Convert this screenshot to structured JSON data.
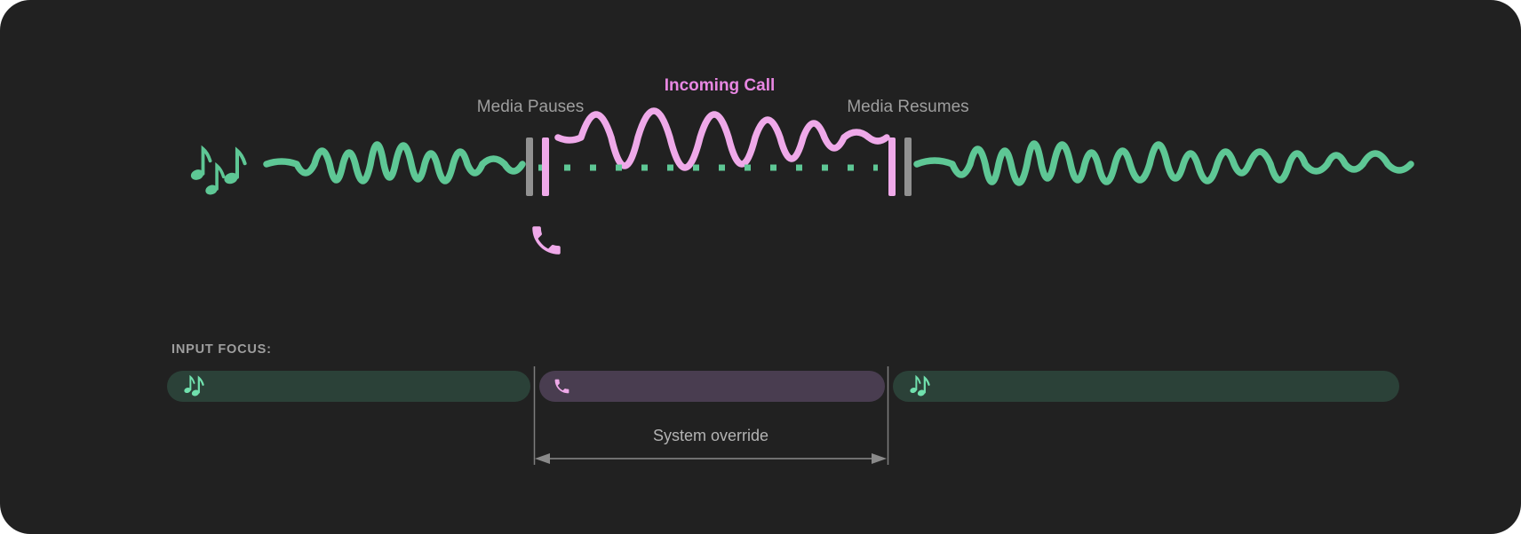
{
  "timeline": {
    "media_pauses_label": "Media Pauses",
    "incoming_call_label": "Incoming Call",
    "media_resumes_label": "Media Resumes"
  },
  "input_focus": {
    "heading": "INPUT FOCUS:",
    "system_override_label": "System override",
    "segments": [
      {
        "name": "media-before",
        "icon": "music-notes-icon"
      },
      {
        "name": "call",
        "icon": "phone-icon"
      },
      {
        "name": "media-after",
        "icon": "music-notes-icon"
      }
    ]
  },
  "icons": {
    "timeline_media": "music-notes-icon",
    "timeline_call": "phone-icon",
    "pill_media": "music-notes-icon",
    "pill_call": "phone-icon"
  },
  "colors": {
    "card_background": "#212121",
    "media_green": "#5ec795",
    "call_pink": "#efa9e9",
    "incoming_call_text": "#e887e2",
    "label_gray": "#9e9e9e",
    "marker_gray": "#919191",
    "pill_media_green": "#2b4138",
    "pill_call_purple": "#493d50",
    "pill_note_green": "#70e0ad",
    "override_text_gray": "#b3b3b3",
    "arrow_gray": "#8a8a8a",
    "guide_gray": "#7d7d7d"
  }
}
